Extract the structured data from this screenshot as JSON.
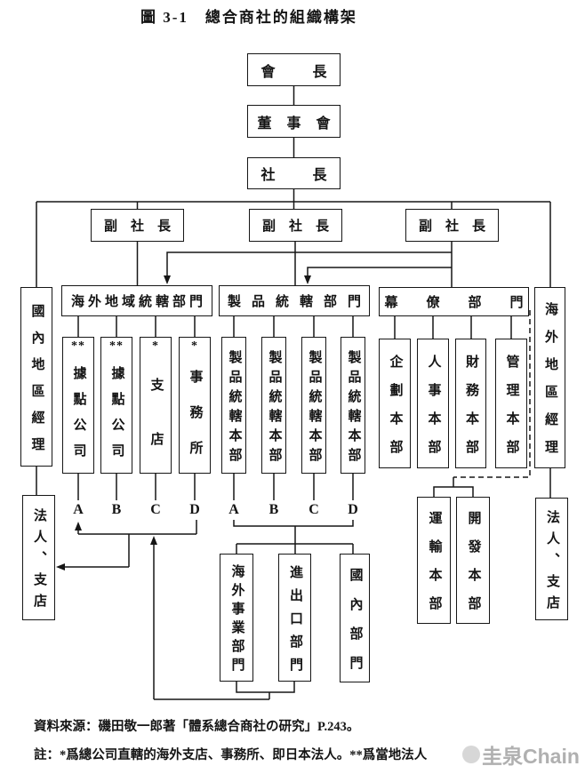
{
  "title": "圖 3-1　總合商社的組織構架",
  "colors": {
    "line": "#161616",
    "background": "#ffffff",
    "watermark": "#a3a3a3"
  },
  "nodes": {
    "chairman": "會長",
    "board_of_directors": "董事會",
    "president": "社長",
    "vice_president_1": "副社長",
    "vice_president_2": "副社長",
    "vice_president_3": "副社長",
    "dept_overseas_regional_control": "海外地域統轄部門",
    "dept_product_control": "製品統轄部門",
    "dept_staff": "幕僚部門",
    "domestic_region_manager": "國內地區經理",
    "overseas_region_manager": "海外地區經理",
    "base_company_1": {
      "marker": "**",
      "label": "據點公司"
    },
    "base_company_2": {
      "marker": "**",
      "label": "據點公司"
    },
    "branch_store": {
      "marker": "*",
      "label": "支店"
    },
    "office": {
      "marker": "*",
      "label": "事務所"
    },
    "product_control_hq_1": "製品統轄本部",
    "product_control_hq_2": "製品統轄本部",
    "product_control_hq_3": "製品統轄本部",
    "product_control_hq_4": "製品統轄本部",
    "planning_hq": "企劃本部",
    "personnel_hq": "人事本部",
    "finance_hq": "財務本部",
    "admin_hq": "管理本部",
    "transport_hq": "運輸本部",
    "development_hq": "開發本部",
    "legal_branch_left": "法人、支店",
    "legal_branch_right": "法人、支店",
    "overseas_business_dept": "海外事業部門",
    "import_export_dept": "進出口部門",
    "domestic_dept": "國內部門"
  },
  "labels": {
    "row1": [
      "A",
      "B",
      "C",
      "D"
    ],
    "row2": [
      "A",
      "B",
      "C",
      "D"
    ]
  },
  "footer": {
    "source": "資料來源：磯田敬一郎著「體系總合商社の研究」P.243。",
    "note": "註：*爲總公司直轄的海外支店、事務所、即日本法人。**爲當地法人"
  },
  "watermark": "圭泉Chain"
}
